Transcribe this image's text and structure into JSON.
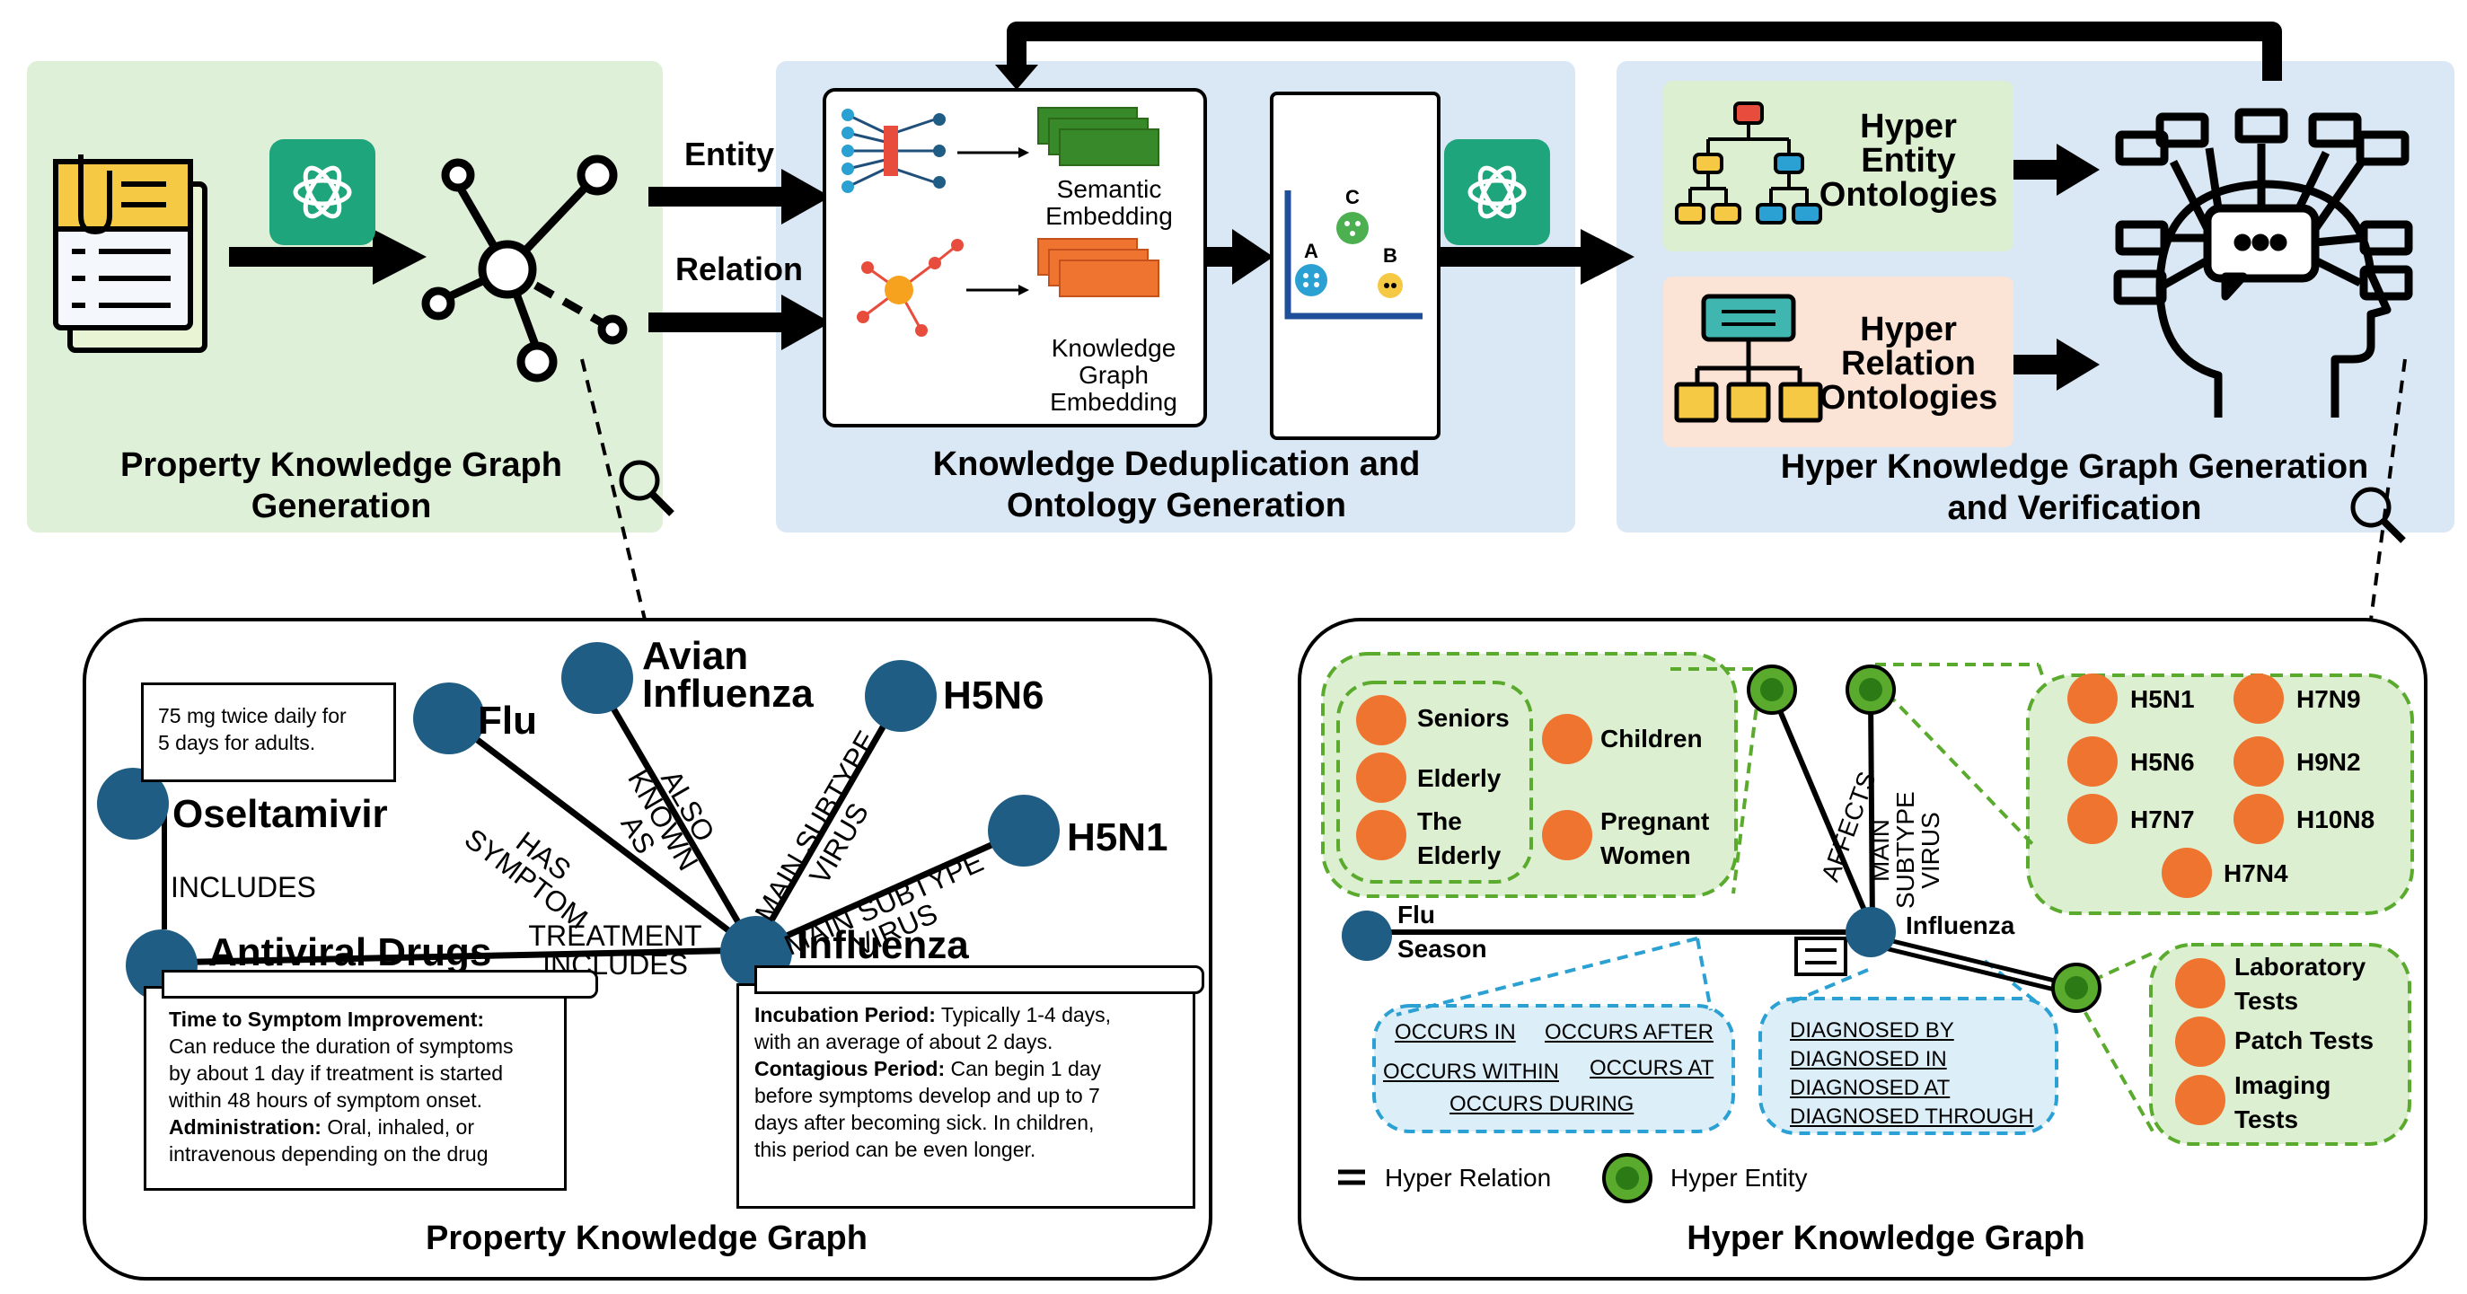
{
  "top": {
    "panel1_title_l1": "Property Knowledge Graph",
    "panel1_title_l2": "Generation",
    "arrow_entity": "Entity",
    "arrow_relation": "Relation",
    "semantic_embedding_l1": "Semantic",
    "semantic_embedding_l2": "Embedding",
    "kg_embedding_l1": "Knowledge",
    "kg_embedding_l2": "Graph",
    "kg_embedding_l3": "Embedding",
    "cluster_a": "A",
    "cluster_b": "B",
    "cluster_c": "C",
    "panel2_title_l1": "Knowledge Deduplication and",
    "panel2_title_l2": "Ontology Generation",
    "hyper_entity_l1": "Hyper",
    "hyper_entity_l2": "Entity",
    "hyper_entity_l3": "Ontologies",
    "hyper_relation_l1": "Hyper",
    "hyper_relation_l2": "Relation",
    "hyper_relation_l3": "Ontologies",
    "panel3_title_l1": "Hyper Knowledge Graph Generation",
    "panel3_title_l2": "and Verification"
  },
  "pkg": {
    "title": "Property Knowledge Graph",
    "nodes": {
      "flu": "Flu",
      "avian_l1": "Avian",
      "avian_l2": "Influenza",
      "h5n6": "H5N6",
      "h5n1": "H5N1",
      "oseltamivir": "Oseltamivir",
      "antiviral": "Antiviral Drugs",
      "influenza": "Influenza"
    },
    "edges": {
      "includes": "INCLUDES",
      "treatment_includes_l1": "TREATMENT",
      "treatment_includes_l2": "INCLUDES",
      "has_symptom_l1": "HAS",
      "has_symptom_l2": "SYMPTOM",
      "also_known_l1": "ALSO",
      "also_known_l2": "KNOWN",
      "also_known_l3": "AS",
      "main_subtype_a_l1": "MAIN SUBTYPE",
      "main_subtype_a_l2": "VIRUS",
      "main_subtype_b_l1": "MAIN SUBTYPE",
      "main_subtype_b_l2": "VIRUS"
    },
    "dose_note_l1": "75 mg twice daily for",
    "dose_note_l2": "5 days for adults.",
    "drug_note": {
      "label1": "Time to Symptom Improvement:",
      "text1_l1": "Can reduce the duration of symptoms",
      "text1_l2": "by about 1 day if treatment is started",
      "text1_l3": "within 48 hours of symptom onset.",
      "label2": "Administration:",
      "text2_l1": " Oral, inhaled, or",
      "text2_l2": "intravenous depending on the drug"
    },
    "flu_note": {
      "label1": "Incubation Period:",
      "text1_l1": " Typically 1-4 days,",
      "text1_l2": "with an average of about 2 days.",
      "label2": "Contagious Period:",
      "text2_l1": " Can begin 1 day",
      "text2_l2": "before symptoms develop and up to 7",
      "text2_l3": "days after becoming sick. In children,",
      "text2_l4": "this period can be even longer."
    }
  },
  "hkg": {
    "title": "Hyper Knowledge Graph",
    "groups": {
      "seniors": "Seniors",
      "elderly": "Elderly",
      "the_elderly_l1": "The",
      "the_elderly_l2": "Elderly",
      "children": "Children",
      "pregnant_l1": "Pregnant",
      "pregnant_l2": "Women"
    },
    "strains": [
      "H5N1",
      "H7N9",
      "H5N6",
      "H9N2",
      "H7N7",
      "H10N8",
      "H7N4"
    ],
    "tests": {
      "lab_l1": "Laboratory",
      "lab_l2": "Tests",
      "patch": "Patch Tests",
      "imaging_l1": "Imaging",
      "imaging_l2": "Tests"
    },
    "flu_season_l1": "Flu",
    "flu_season_l2": "Season",
    "influenza": "Influenza",
    "affects": "AFFECTS",
    "main_subtype_l1": "MAIN",
    "main_subtype_l2": "SUBTYPE",
    "main_subtype_l3": "VIRUS",
    "occurs": [
      "OCCURS IN",
      "OCCURS AFTER",
      "OCCURS WITHIN",
      "OCCURS AT",
      "OCCURS DURING"
    ],
    "diagnosed": [
      "DIAGNOSED BY",
      "DIAGNOSED IN",
      "DIAGNOSED AT",
      "DIAGNOSED THROUGH"
    ],
    "legend_relation": "Hyper Relation",
    "legend_entity": "Hyper Entity"
  },
  "colors": {
    "green_panel": "#dff0d8",
    "blue_panel": "#dae8f5",
    "gpt_green": "#1ea57c",
    "node_blue": "#1f5d84",
    "node_orange": "#ee7430",
    "hyper_green": "#5aab2d",
    "dash_green": "#5aab2d",
    "dash_blue": "#2aa0d3",
    "relation_pink": "#fbe3d6"
  }
}
